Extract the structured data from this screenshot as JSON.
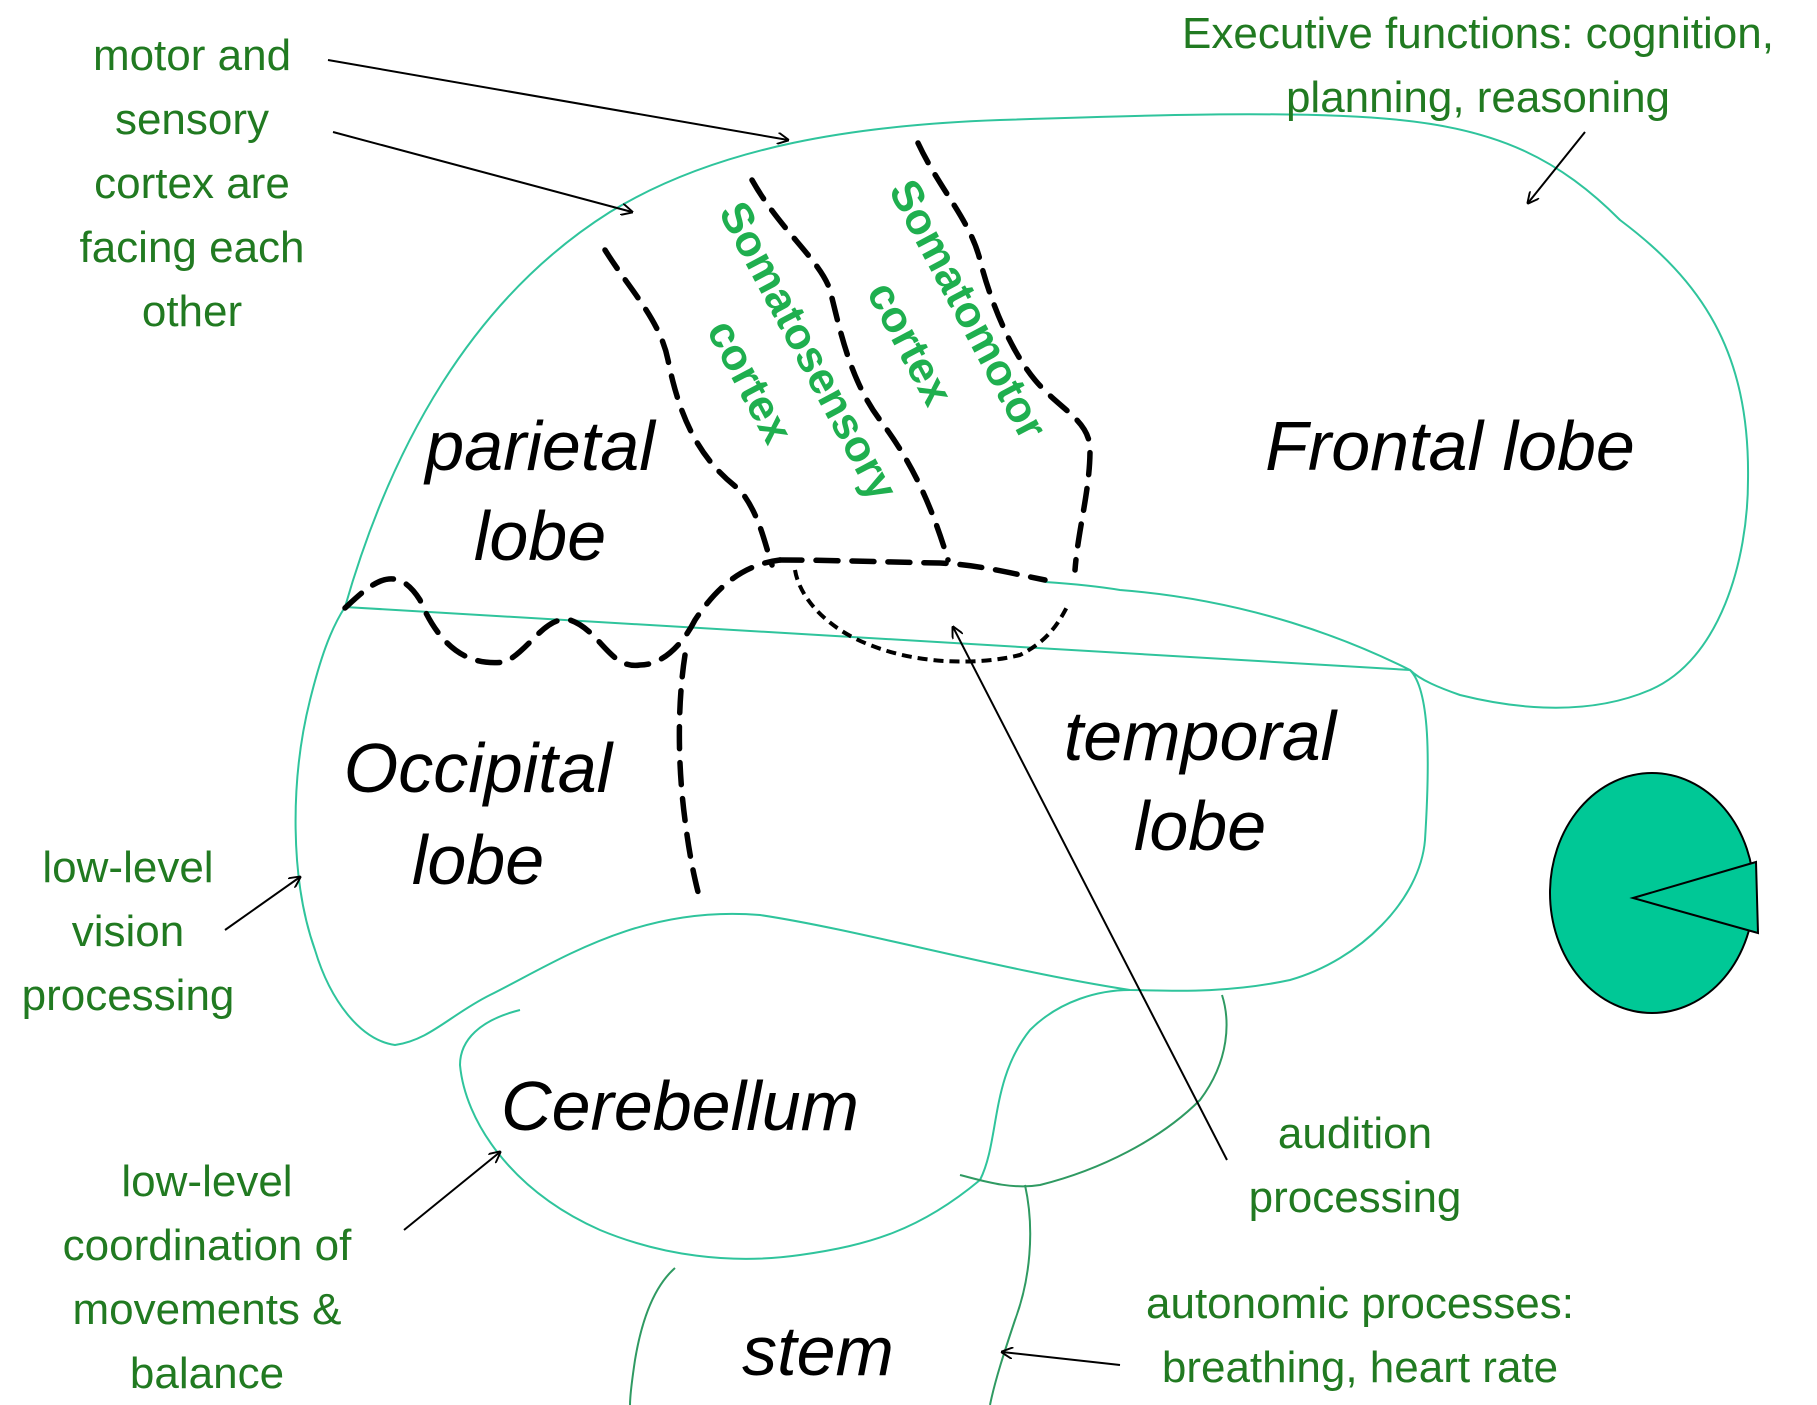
{
  "lobes": {
    "frontal": "Frontal lobe",
    "parietal_line1": "parietal",
    "parietal_line2": "lobe",
    "occipital_line1": "Occipital",
    "occipital_line2": "lobe",
    "temporal_line1": "temporal",
    "temporal_line2": "lobe",
    "cerebellum": "Cerebellum",
    "stem": "stem"
  },
  "cortex": {
    "somatosensory_line1": "Somatosensory",
    "somatosensory_line2": "cortex",
    "somatomotor_line1": "Somatomotor",
    "somatomotor_line2": "cortex"
  },
  "annotations": {
    "motor_sensory": [
      "motor and",
      "sensory",
      "cortex are",
      "facing each",
      "other"
    ],
    "executive": [
      "Executive functions: cognition,",
      "planning, reasoning"
    ],
    "vision": [
      "low-level",
      "vision",
      "processing"
    ],
    "coordination": [
      "low-level",
      "coordination of",
      "movements &",
      "balance"
    ],
    "audition": [
      "audition",
      "processing"
    ],
    "autonomic": [
      "autonomic processes:",
      "breathing, heart rate"
    ]
  },
  "colors": {
    "annotation_text": "#217a21",
    "cortex_text": "#1faf4f",
    "brain_outline": "#2fc49c",
    "stem_outline": "#2f9a62",
    "orientation_disc": "#00c896"
  },
  "icons": {
    "orientation": "pie-orientation-icon"
  }
}
